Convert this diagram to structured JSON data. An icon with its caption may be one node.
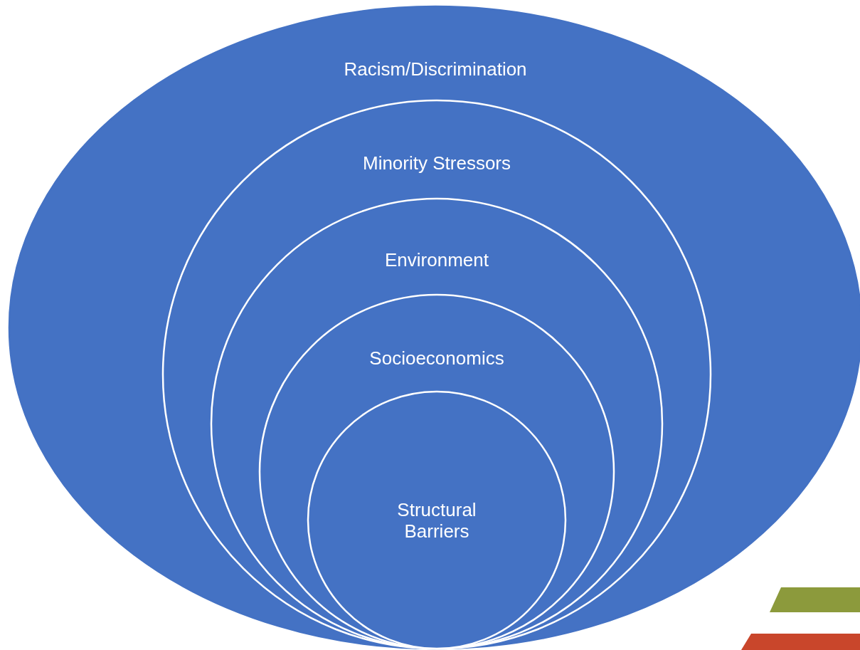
{
  "diagram": {
    "nodes": [
      {
        "text": [
          "Racism/Discrimination"
        ]
      },
      {
        "text": [
          "Minority Stressors"
        ],
        "in": 0
      },
      {
        "text": [
          "Environment"
        ],
        "in": 1
      },
      {
        "text": [
          "Socioeconomics"
        ],
        "in": 2
      },
      {
        "text": [
          "Structural Barriers"
        ],
        "in": 3
      }
    ]
  }
}
